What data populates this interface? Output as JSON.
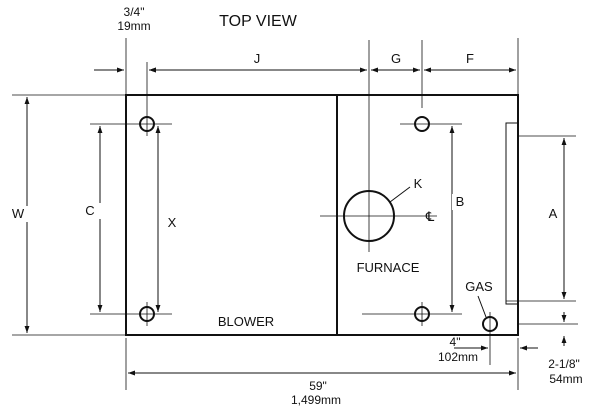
{
  "title": "TOP VIEW",
  "labels": {
    "j": "J",
    "g": "G",
    "f": "F",
    "w": "W",
    "c": "C",
    "x": "X",
    "b": "B",
    "a": "A",
    "k": "K",
    "cl": "℄",
    "furnace": "FURNACE",
    "blower": "BLOWER",
    "gas": "GAS"
  },
  "dimensions": {
    "three_quarter_in": "3/4\"",
    "three_quarter_mm": "19mm",
    "four_in": "4\"",
    "four_mm": "102mm",
    "two_eighth_in": "2-1/8\"",
    "two_eighth_mm": "54mm",
    "fifty_nine_in": "59\"",
    "fifty_nine_mm": "1,499mm"
  }
}
